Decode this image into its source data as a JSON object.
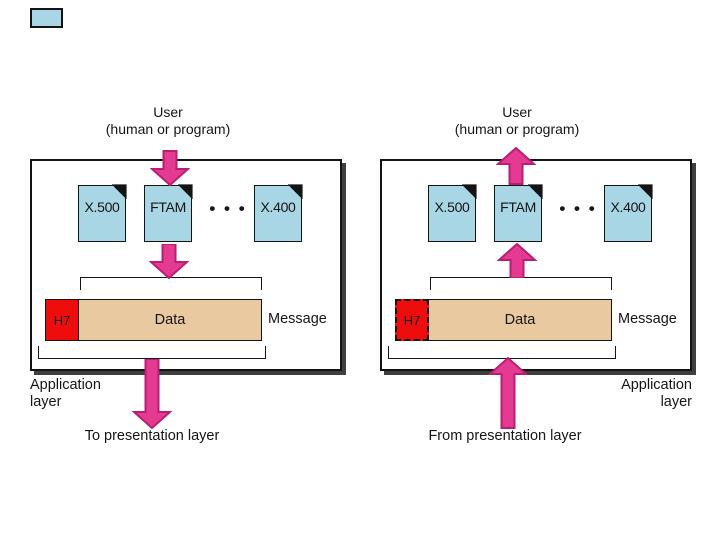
{
  "colors": {
    "doc_fill": "#a9d6e5",
    "header_fill": "#ee0d0d",
    "data_fill": "#e8c9a0",
    "arrow_fill": "#e43a92",
    "arrow_outline": "#b81e72",
    "panel_shadow": "#3f3f3f",
    "corner_marker_fill": "#a9d6e5"
  },
  "send": {
    "user_line1": "User",
    "user_line2": "(human or program)",
    "protocols": [
      "X.500",
      "FTAM",
      "X.400"
    ],
    "ellipsis": "• • •",
    "header_label": "H7",
    "data_label": "Data",
    "message_label": "Message",
    "layer_line1": "Application",
    "layer_line2": "layer",
    "flow_label": "To presentation layer"
  },
  "receive": {
    "user_line1": "User",
    "user_line2": "(human or program)",
    "protocols": [
      "X.500",
      "FTAM",
      "X.400"
    ],
    "ellipsis": "• • •",
    "header_label": "H7",
    "data_label": "Data",
    "message_label": "Message",
    "layer_line1": "Application",
    "layer_line2": "layer",
    "flow_label": "From presentation layer"
  }
}
